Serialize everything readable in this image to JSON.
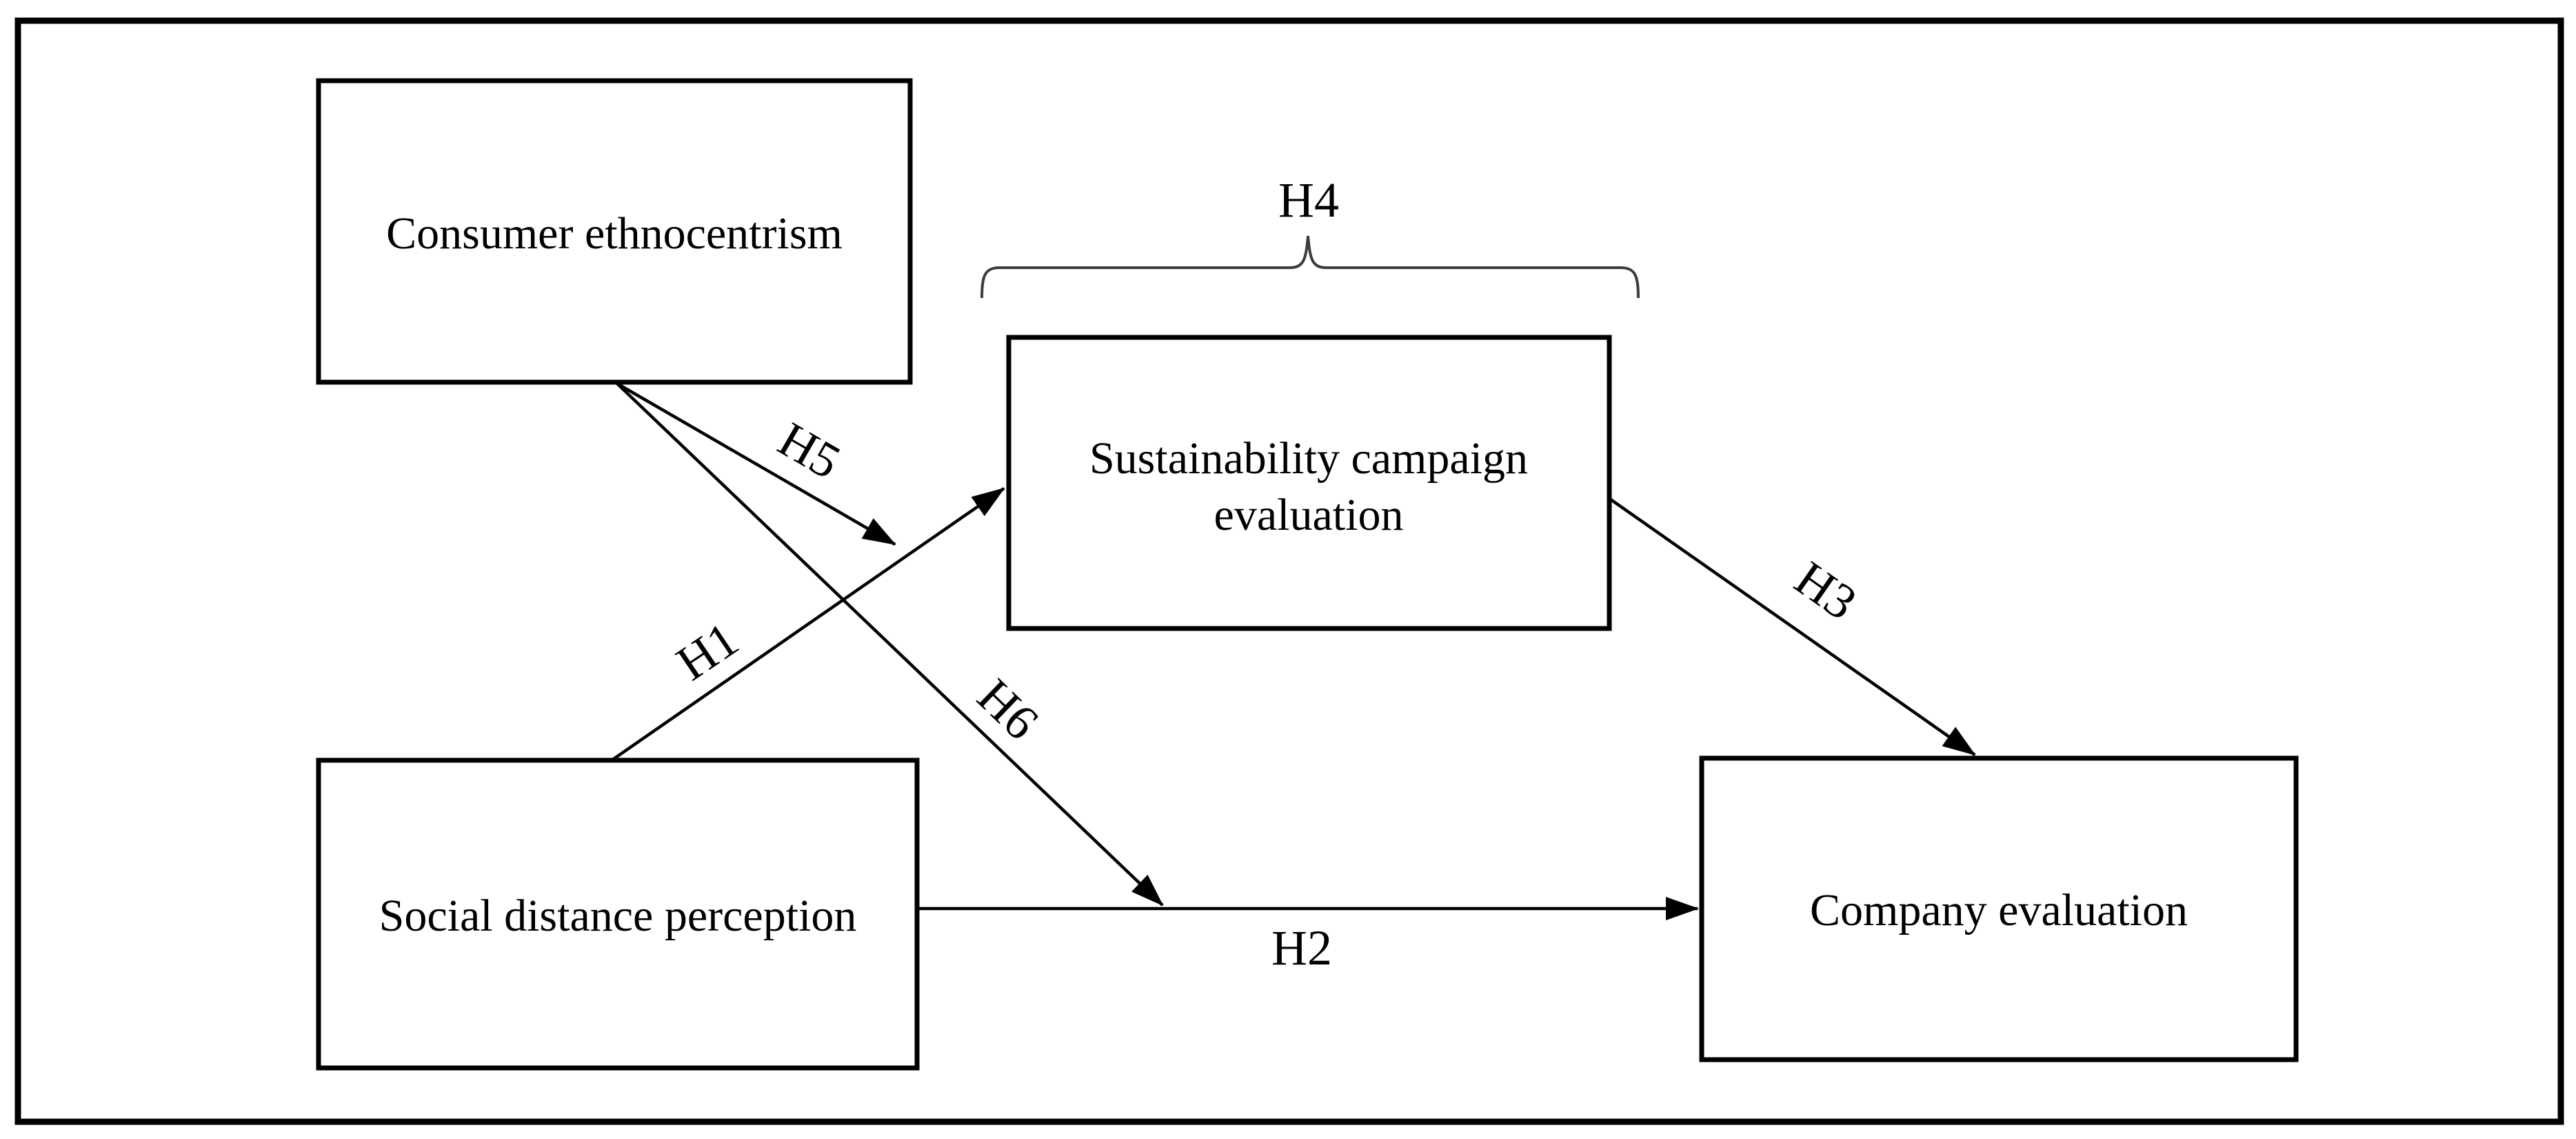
{
  "figure": {
    "kind": "conceptual research model",
    "background": "#ffffff",
    "border_color": "#000000",
    "box_fill": "#ffffff",
    "box_border_color": "#000000",
    "arrow_color": "#000000",
    "text_color": "#000000"
  },
  "nodes": {
    "consumer": {
      "label": "Consumer ethnocentrism"
    },
    "social": {
      "label": "Social distance perception"
    },
    "sustainability": {
      "label": "Sustainability campaign evaluation",
      "line1": "Sustainability campaign",
      "line2": "evaluation"
    },
    "company": {
      "label": "Company evaluation"
    }
  },
  "edges": {
    "h1": {
      "label": "H1",
      "from": "Social distance perception",
      "to": "Sustainability campaign evaluation"
    },
    "h2": {
      "label": "H2",
      "from": "Social distance perception",
      "to": "Company evaluation"
    },
    "h3": {
      "label": "H3",
      "from": "Sustainability campaign evaluation",
      "to": "Company evaluation"
    },
    "h4": {
      "label": "H4",
      "type": "brace over mediator",
      "over": "Sustainability campaign evaluation"
    },
    "h5": {
      "label": "H5",
      "from": "Consumer ethnocentrism",
      "to": "H1 path"
    },
    "h6": {
      "label": "H6",
      "from": "Consumer ethnocentrism",
      "to": "H2 path"
    }
  }
}
